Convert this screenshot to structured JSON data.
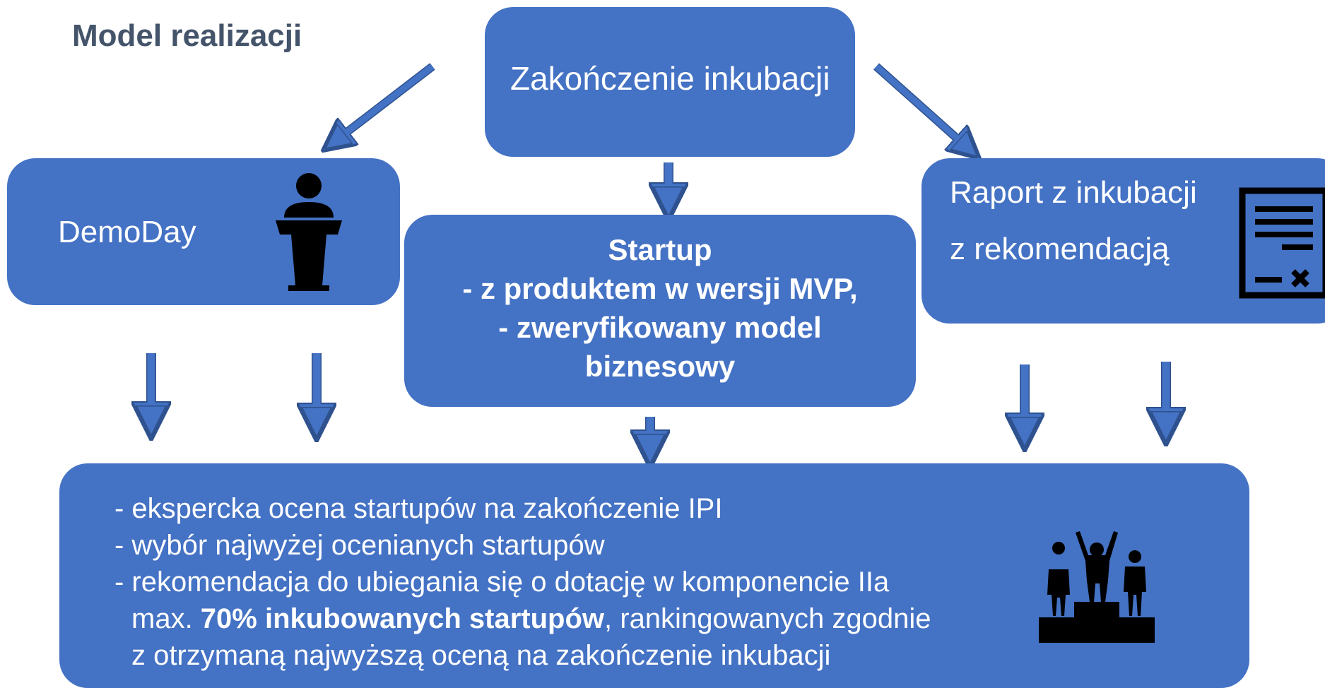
{
  "title": "Model realizacji",
  "boxes": {
    "top": {
      "label": "Zakończenie inkubacji"
    },
    "demoday": {
      "label": "DemoDay",
      "icon": "podium-speaker-icon"
    },
    "startup": {
      "lines": [
        "Startup",
        "- z produktem w wersji MVP,",
        "- zweryfikowany model",
        "biznesowy"
      ]
    },
    "report": {
      "line1": "Raport z inkubacji",
      "line2": "z rekomendacją",
      "icon": "document-icon"
    },
    "bottom": {
      "line1": "- ekspercka ocena startupów na zakończenie IPI",
      "line2": "- wybór najwyżej ocenianych startupów",
      "line3": "- rekomendacja do ubiegania się o dotację w komponencie IIa",
      "line4_pre": "max. ",
      "line4_bold": "70% inkubowanych startupów",
      "line4_post": ", rankingowanych zgodnie",
      "line5": "z otrzymaną najwyższą oceną na zakończenie inkubacji",
      "icon": "winners-podium-icon"
    }
  },
  "colors": {
    "box": "#4472C4",
    "title": "#44546A",
    "icon": "#000000",
    "text": "#FFFFFF"
  }
}
